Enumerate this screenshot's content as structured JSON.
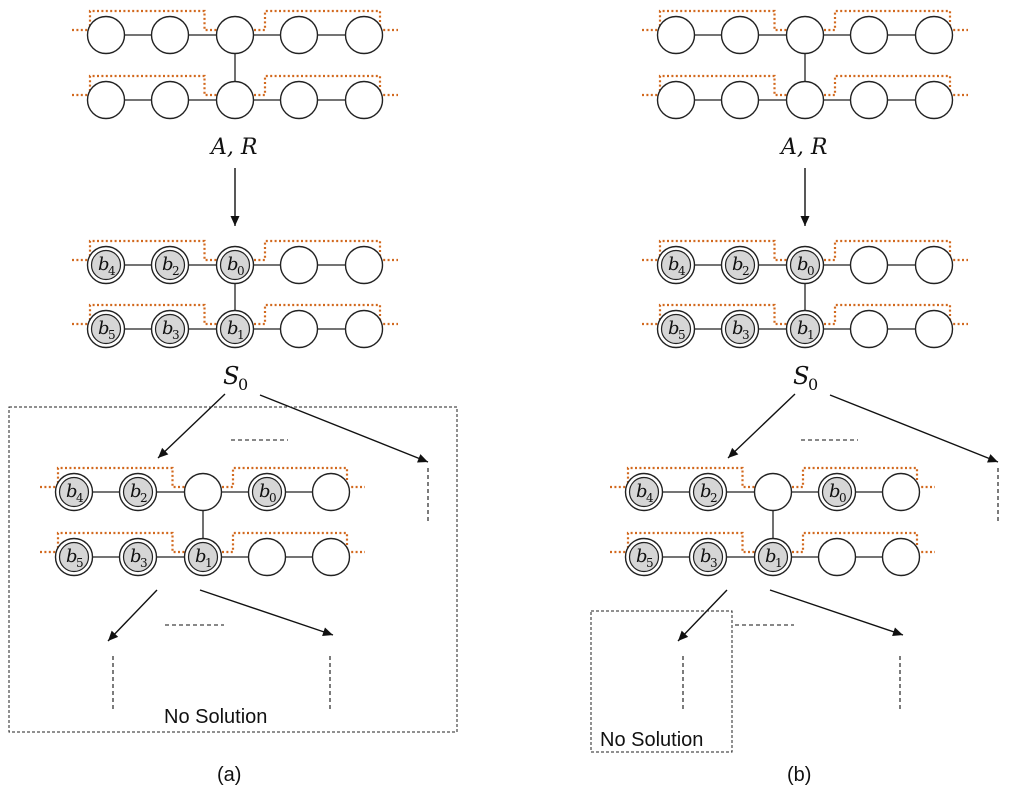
{
  "panels": [
    {
      "id": "a",
      "caption": "(a)",
      "top_label": "A, R",
      "state_label": "S",
      "state_sub": "0",
      "no_solution": "No Solution",
      "level1_top": [
        {
          "b": "",
          "sub": ""
        },
        {
          "b": "",
          "sub": ""
        },
        {
          "b": "",
          "sub": ""
        },
        {
          "b": "",
          "sub": ""
        },
        {
          "b": "",
          "sub": ""
        }
      ],
      "level1_bottom": [
        {
          "b": "",
          "sub": ""
        },
        {
          "b": "",
          "sub": ""
        },
        {
          "b": "",
          "sub": ""
        },
        {
          "b": "",
          "sub": ""
        },
        {
          "b": "",
          "sub": ""
        }
      ],
      "level2_top": [
        {
          "b": "b",
          "sub": "4"
        },
        {
          "b": "b",
          "sub": "2"
        },
        {
          "b": "b",
          "sub": "0"
        },
        {
          "b": "",
          "sub": ""
        },
        {
          "b": "",
          "sub": ""
        }
      ],
      "level2_bottom": [
        {
          "b": "b",
          "sub": "5"
        },
        {
          "b": "b",
          "sub": "3"
        },
        {
          "b": "b",
          "sub": "1"
        },
        {
          "b": "",
          "sub": ""
        },
        {
          "b": "",
          "sub": ""
        }
      ],
      "level3_top": [
        {
          "b": "b",
          "sub": "4"
        },
        {
          "b": "b",
          "sub": "2"
        },
        {
          "b": "",
          "sub": ""
        },
        {
          "b": "b",
          "sub": "0"
        },
        {
          "b": "",
          "sub": ""
        }
      ],
      "level3_bottom": [
        {
          "b": "b",
          "sub": "5"
        },
        {
          "b": "b",
          "sub": "3"
        },
        {
          "b": "b",
          "sub": "1"
        },
        {
          "b": "",
          "sub": ""
        },
        {
          "b": "",
          "sub": ""
        }
      ]
    },
    {
      "id": "b",
      "caption": "(b)",
      "top_label": "A, R",
      "state_label": "S",
      "state_sub": "0",
      "no_solution": "No Solution",
      "level1_top": [
        {
          "b": "",
          "sub": ""
        },
        {
          "b": "",
          "sub": ""
        },
        {
          "b": "",
          "sub": ""
        },
        {
          "b": "",
          "sub": ""
        },
        {
          "b": "",
          "sub": ""
        }
      ],
      "level1_bottom": [
        {
          "b": "",
          "sub": ""
        },
        {
          "b": "",
          "sub": ""
        },
        {
          "b": "",
          "sub": ""
        },
        {
          "b": "",
          "sub": ""
        },
        {
          "b": "",
          "sub": ""
        }
      ],
      "level2_top": [
        {
          "b": "b",
          "sub": "4"
        },
        {
          "b": "b",
          "sub": "2"
        },
        {
          "b": "b",
          "sub": "0"
        },
        {
          "b": "",
          "sub": ""
        },
        {
          "b": "",
          "sub": ""
        }
      ],
      "level2_bottom": [
        {
          "b": "b",
          "sub": "5"
        },
        {
          "b": "b",
          "sub": "3"
        },
        {
          "b": "b",
          "sub": "1"
        },
        {
          "b": "",
          "sub": ""
        },
        {
          "b": "",
          "sub": ""
        }
      ],
      "level3_top": [
        {
          "b": "b",
          "sub": "4"
        },
        {
          "b": "b",
          "sub": "2"
        },
        {
          "b": "",
          "sub": ""
        },
        {
          "b": "b",
          "sub": "0"
        },
        {
          "b": "",
          "sub": ""
        }
      ],
      "level3_bottom": [
        {
          "b": "b",
          "sub": "5"
        },
        {
          "b": "b",
          "sub": "3"
        },
        {
          "b": "b",
          "sub": "1"
        },
        {
          "b": "",
          "sub": ""
        },
        {
          "b": "",
          "sub": ""
        }
      ]
    }
  ],
  "colors": {
    "route_dotted": "#d2691e",
    "occupied_fill": "#d6d6d6"
  }
}
